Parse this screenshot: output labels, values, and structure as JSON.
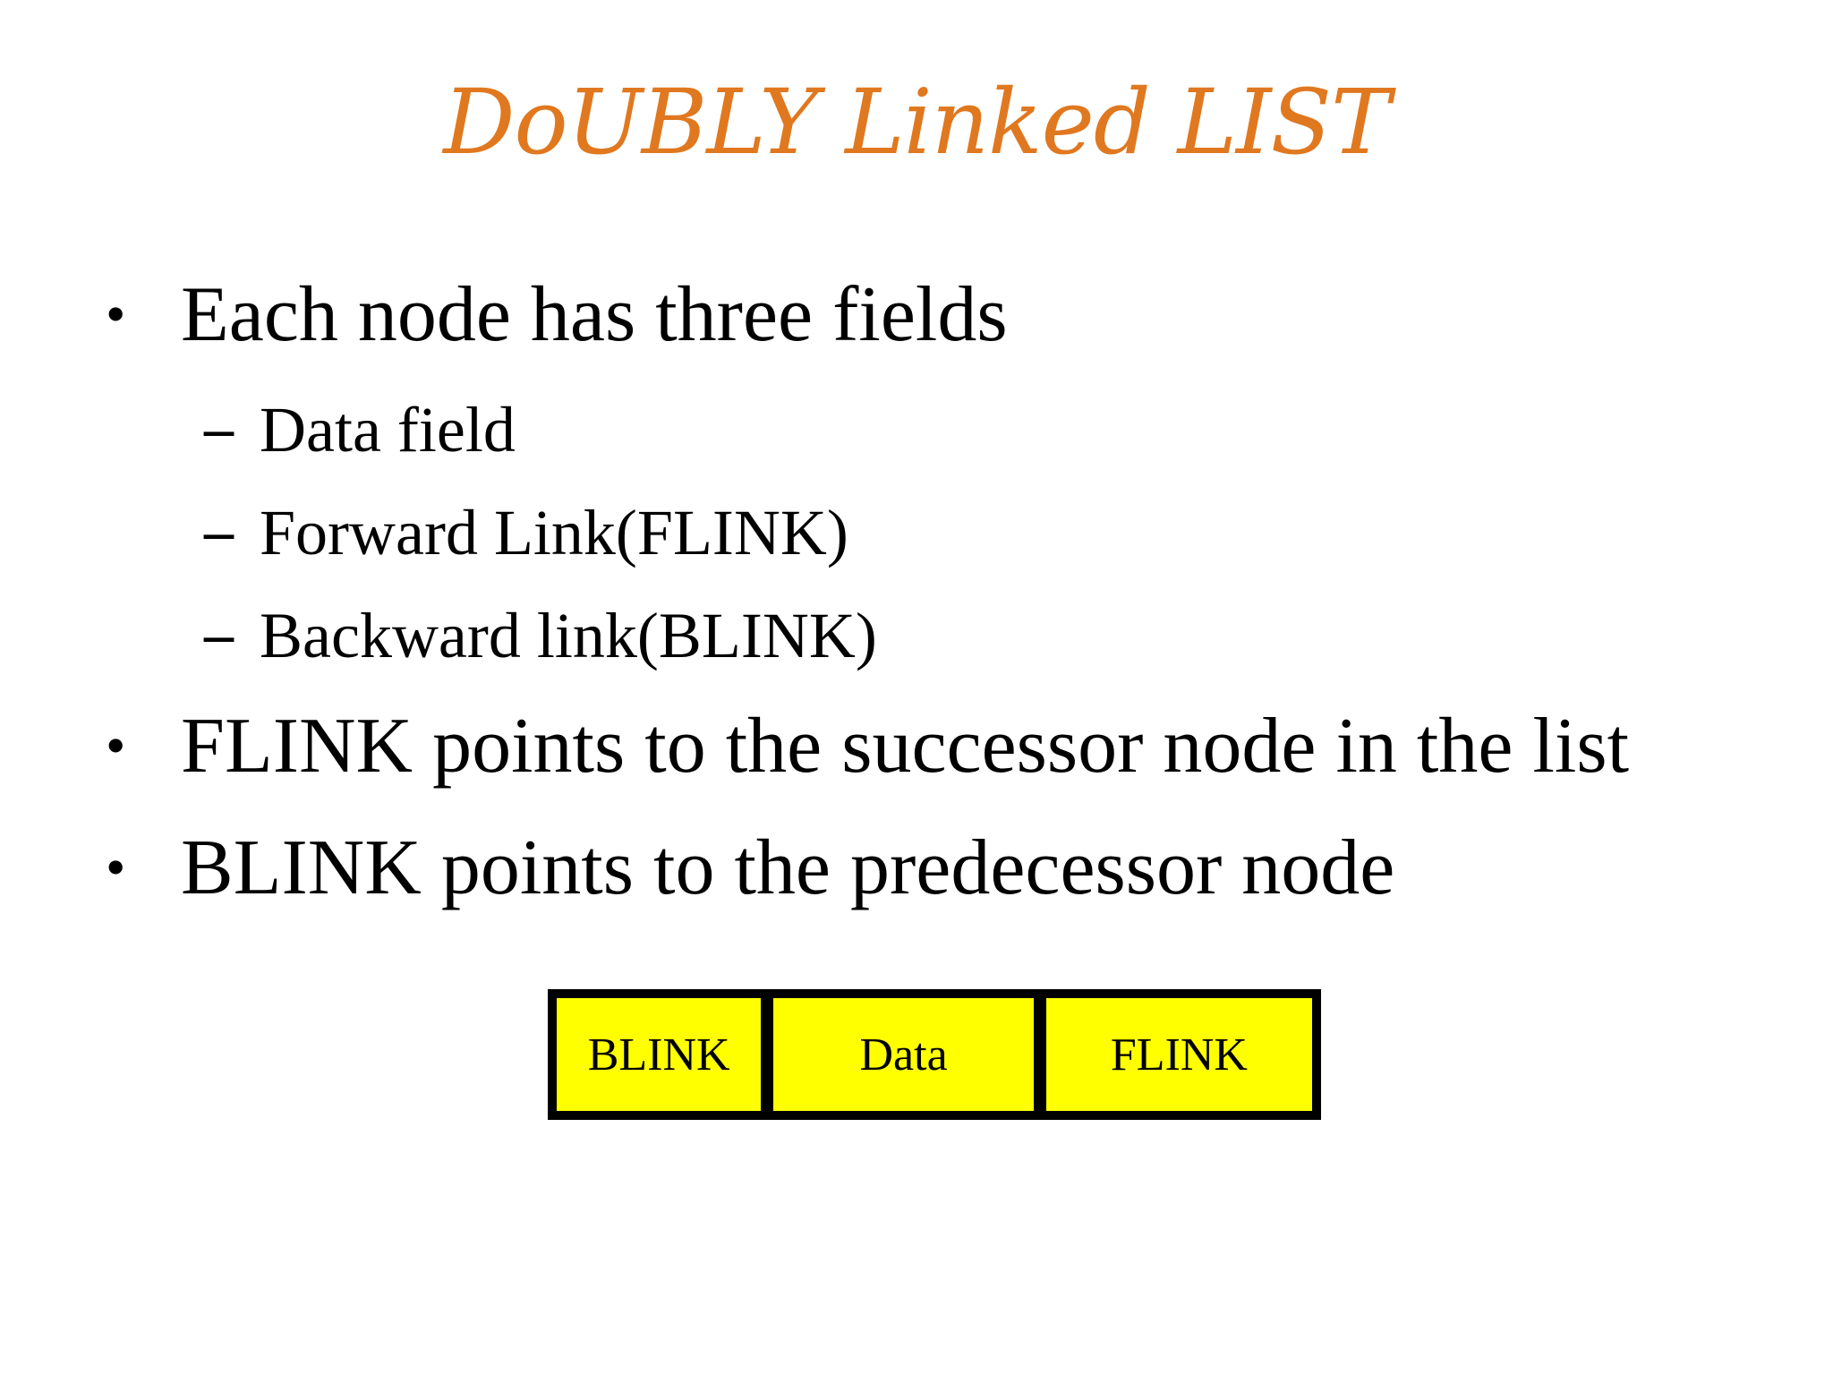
{
  "slide": {
    "title": "DoUBLY Linked LIST",
    "bullets": {
      "b1": {
        "marker": "•",
        "text": "Each node has three fields",
        "subitems": [
          {
            "marker": "–",
            "text": "Data field"
          },
          {
            "marker": "–",
            "text": "Forward Link(FLINK)"
          },
          {
            "marker": "–",
            "text": "Backward link(BLINK)"
          }
        ]
      },
      "b2": {
        "marker": "•",
        "text": "FLINK points to the successor node in the list"
      },
      "b3": {
        "marker": "•",
        "text": "BLINK points to the predecessor node"
      }
    },
    "diagram": {
      "cells": [
        {
          "label": "BLINK"
        },
        {
          "label": "Data"
        },
        {
          "label": "FLINK"
        }
      ]
    }
  },
  "colors": {
    "title_orange": "#E07820",
    "cell_yellow": "#FFFF00",
    "border_black": "#000000",
    "text_black": "#000000",
    "background": "#FFFFFF"
  }
}
